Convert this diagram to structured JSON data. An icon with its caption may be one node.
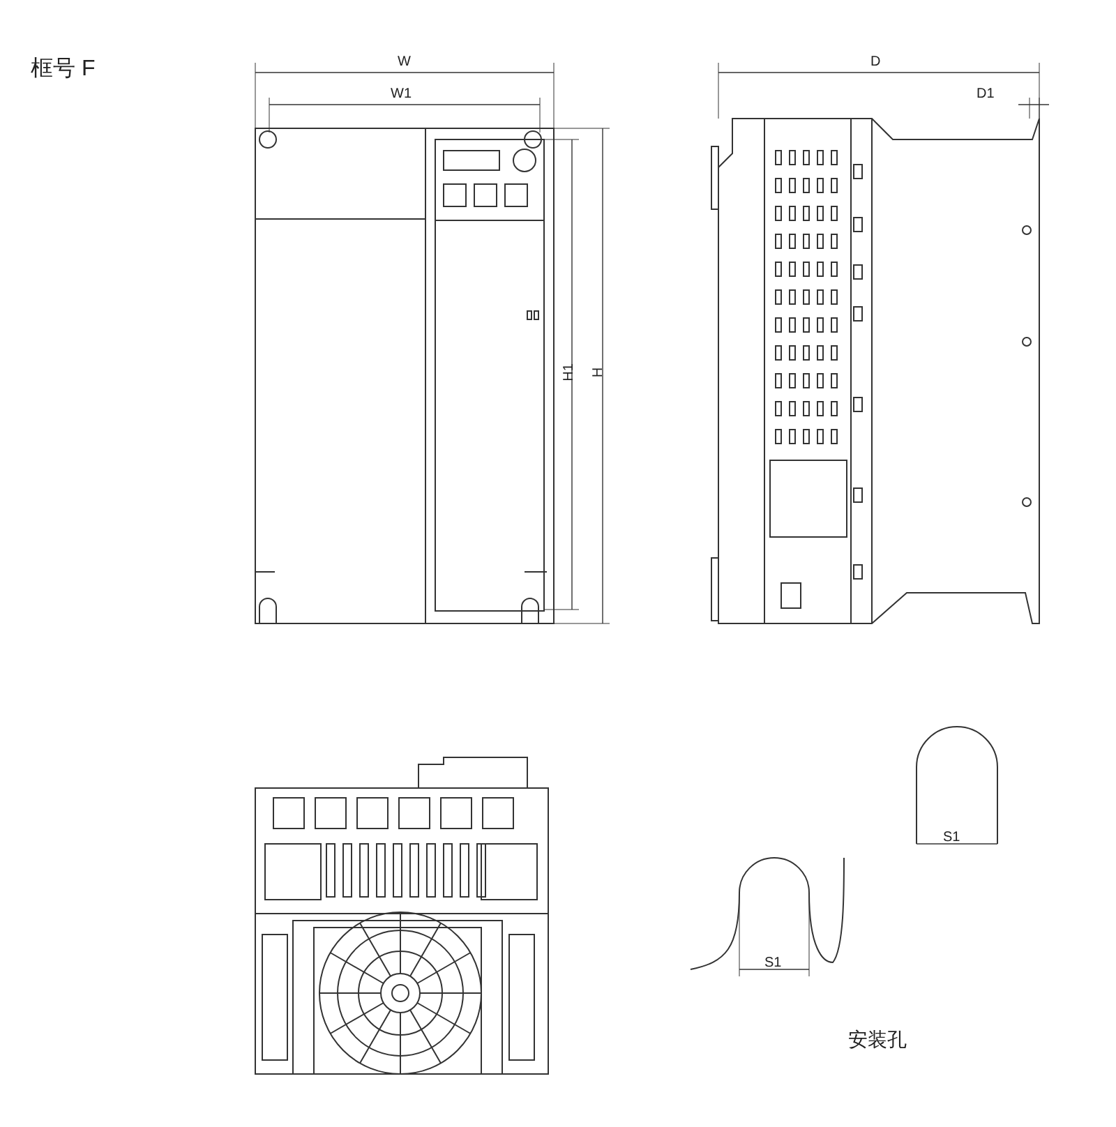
{
  "diagram": {
    "title": "框号 F",
    "labels": [
      "W",
      "W1",
      "D",
      "D1",
      "H1",
      "H",
      "S1",
      "S1",
      "安装孔"
    ]
  }
}
